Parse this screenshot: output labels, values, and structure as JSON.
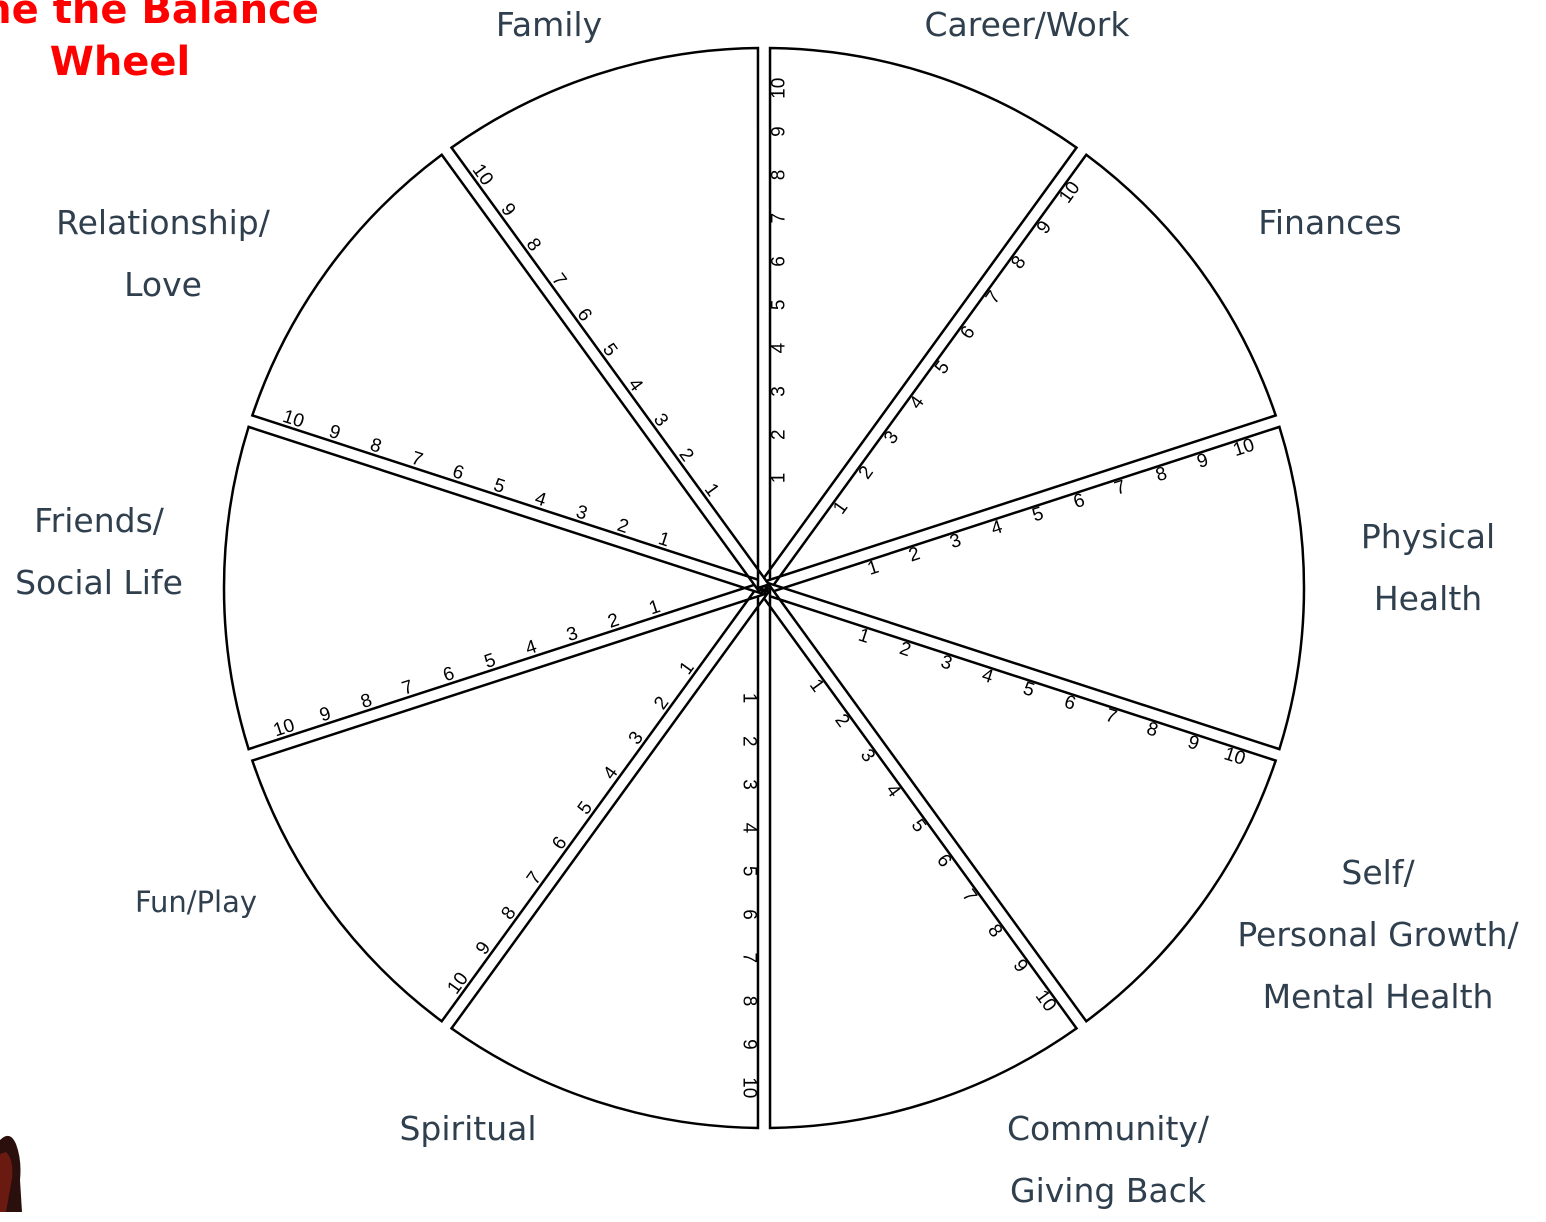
{
  "title": {
    "line1": "me the Balance",
    "line2": "Wheel"
  },
  "scale": [
    "1",
    "2",
    "3",
    "4",
    "5",
    "6",
    "7",
    "8",
    "9",
    "10"
  ],
  "categories": [
    {
      "id": "career",
      "lines": [
        "Career/Work"
      ]
    },
    {
      "id": "finances",
      "lines": [
        "Finances"
      ]
    },
    {
      "id": "physical",
      "lines": [
        "Physical",
        "Health"
      ]
    },
    {
      "id": "self",
      "lines": [
        "Self/",
        "Personal Growth/",
        "Mental Health"
      ]
    },
    {
      "id": "community",
      "lines": [
        "Community/",
        "Giving Back"
      ]
    },
    {
      "id": "spiritual",
      "lines": [
        "Spiritual"
      ]
    },
    {
      "id": "funplay",
      "lines": [
        "Fun/Play"
      ]
    },
    {
      "id": "friends",
      "lines": [
        "Friends/",
        "Social Life"
      ]
    },
    {
      "id": "relationship",
      "lines": [
        "Relationship/",
        "Love"
      ]
    },
    {
      "id": "family",
      "lines": [
        "Family"
      ]
    }
  ],
  "colors": {
    "title": "#ff0000",
    "label": "#2f3f4e",
    "line": "#000000"
  }
}
